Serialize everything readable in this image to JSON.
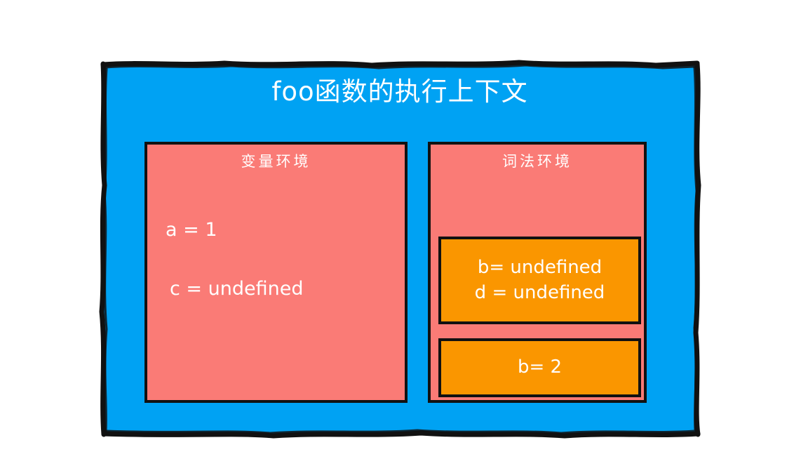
{
  "diagram": {
    "title": "foo函数的执行上下文",
    "colors": {
      "container_blue": "#00a2f3",
      "panel_pink": "#fa7b76",
      "binding_orange": "#fa9600",
      "border_black": "#111111",
      "text_white": "#ffffff"
    },
    "panels": [
      {
        "title": "变量环境",
        "entries": [
          "a = 1",
          "c = undefined"
        ]
      },
      {
        "title": "词法环境",
        "boxes": [
          {
            "lines": [
              "b= undefined",
              "d = undefined"
            ]
          },
          {
            "lines": [
              "b= 2"
            ]
          }
        ]
      }
    ]
  }
}
